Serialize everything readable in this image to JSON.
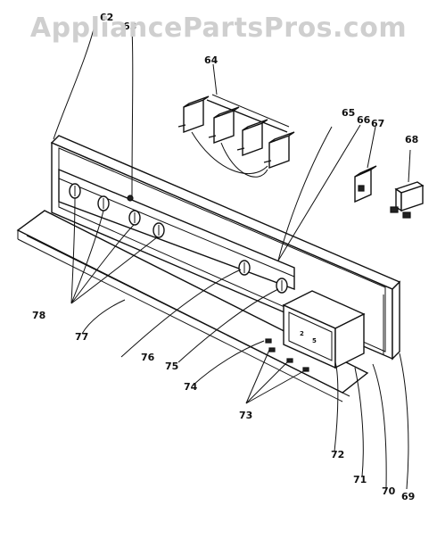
{
  "watermark": "AppliancePartsPros.com",
  "callouts": [
    "62",
    "63",
    "64",
    "65",
    "66",
    "67",
    "68",
    "69",
    "70",
    "71",
    "72",
    "73",
    "74",
    "75",
    "76",
    "77",
    "78"
  ]
}
